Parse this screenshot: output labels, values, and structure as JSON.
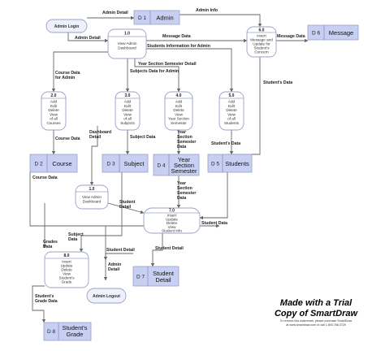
{
  "entities": [
    {
      "id": "admin_login",
      "label": "Admin Login"
    },
    {
      "id": "admin_logout",
      "label": "Admin Logout"
    }
  ],
  "processes": [
    {
      "id": "p1_top",
      "num": "1.0",
      "lines": [
        "View Admin",
        "Dashboard"
      ]
    },
    {
      "id": "p6",
      "num": "6.0",
      "lines": [
        "Insert",
        "Message and",
        "Update for",
        "Student's",
        "Concern"
      ]
    },
    {
      "id": "p2",
      "num": "2.0",
      "lines": [
        "Add",
        "Edit",
        "Delete",
        "View",
        "of all",
        "Courses"
      ]
    },
    {
      "id": "p3",
      "num": "3.0",
      "lines": [
        "Add",
        "Edit",
        "Delete",
        "View",
        "of all",
        "Subjects"
      ]
    },
    {
      "id": "p4",
      "num": "4.0",
      "lines": [
        "Add",
        "Edit",
        "Delete",
        "View",
        "Year Section",
        "Semester"
      ]
    },
    {
      "id": "p5",
      "num": "5.0",
      "lines": [
        "Add",
        "Edit",
        "Delete",
        "View",
        "of all",
        "Students"
      ]
    },
    {
      "id": "p1_mid",
      "num": "1.0",
      "lines": [
        "View Admin",
        "Dashboard"
      ]
    },
    {
      "id": "p7",
      "num": "7.0",
      "lines": [
        "Insert",
        "Update",
        "Delete",
        "View",
        "Student Info"
      ]
    },
    {
      "id": "p8",
      "num": "8.0",
      "lines": [
        "Insert",
        "Update",
        "Delete",
        "View",
        "Student's",
        "Grade"
      ]
    }
  ],
  "stores": [
    {
      "id": "d1",
      "code": "D 1",
      "name": "Admin"
    },
    {
      "id": "d6",
      "code": "D 6",
      "name": "Message"
    },
    {
      "id": "d2",
      "code": "D 2",
      "name": "Course"
    },
    {
      "id": "d3",
      "code": "D 3",
      "name": "Subject"
    },
    {
      "id": "d4",
      "code": "D 4",
      "name": [
        "Year",
        "Section",
        "Semester"
      ]
    },
    {
      "id": "d5",
      "code": "D 5",
      "name": "Students"
    },
    {
      "id": "d7",
      "code": "D 7",
      "name": [
        "Student",
        "Detail"
      ]
    },
    {
      "id": "d8",
      "code": "D 8",
      "name": [
        "Student's",
        "Grade"
      ]
    }
  ],
  "flows": [
    {
      "id": "f_admin_detail_top",
      "label": "Admin Detail"
    },
    {
      "id": "f_admin_info",
      "label": "Admin Info"
    },
    {
      "id": "f_admin_detail_left",
      "label": "Admin Detail"
    },
    {
      "id": "f_message_data_1",
      "label": "Message Data"
    },
    {
      "id": "f_message_data_2",
      "label": "Message Data"
    },
    {
      "id": "f_students_info",
      "label": "Students Information for Admin"
    },
    {
      "id": "f_ysem_detail",
      "label": "Year Section Semester Detail"
    },
    {
      "id": "f_course_for_admin",
      "label": [
        "Course Data",
        "for Admin"
      ]
    },
    {
      "id": "f_subjects_for_admin",
      "label": "Subjects Data for Admin"
    },
    {
      "id": "f_students_data_right",
      "label": "Student's Data"
    },
    {
      "id": "f_dashboard_detail",
      "label": [
        "Dashboard",
        "Detail"
      ]
    },
    {
      "id": "f_course_data_down",
      "label": "Course Data"
    },
    {
      "id": "f_subject_data_down",
      "label": "Subject Data"
    },
    {
      "id": "f_ysem_data_down",
      "label": [
        "Year",
        "Section",
        "Semester",
        "Data"
      ]
    },
    {
      "id": "f_students_data_mid",
      "label": "Student's Data"
    },
    {
      "id": "f_course_data_left",
      "label": "Course Data"
    },
    {
      "id": "f_ysem_data_2",
      "label": [
        "Year",
        "Section",
        "Semester",
        "Data"
      ]
    },
    {
      "id": "f_student_detail_1",
      "label": [
        "Student",
        "Detail"
      ]
    },
    {
      "id": "f_student_data",
      "label": "Student Data"
    },
    {
      "id": "f_subject_data_low",
      "label": [
        "Subject",
        "Data"
      ]
    },
    {
      "id": "f_grades_data",
      "label": [
        "Grades",
        "Data"
      ]
    },
    {
      "id": "f_student_detail_2",
      "label": "Student Detail"
    },
    {
      "id": "f_student_detail_3",
      "label": "Student Detail"
    },
    {
      "id": "f_admin_detail_low",
      "label": [
        "Admin",
        "Detail"
      ]
    },
    {
      "id": "f_grade_data",
      "label": [
        "Student's",
        "Grade Data"
      ]
    }
  ],
  "watermark": {
    "line1": "Made with a Trial",
    "line2": "Copy of SmartDraw",
    "line3": "To remove this watermark, please purchase SmartDraw",
    "line4": "at www.smartdraw.com or call 1.800.768.3729"
  }
}
